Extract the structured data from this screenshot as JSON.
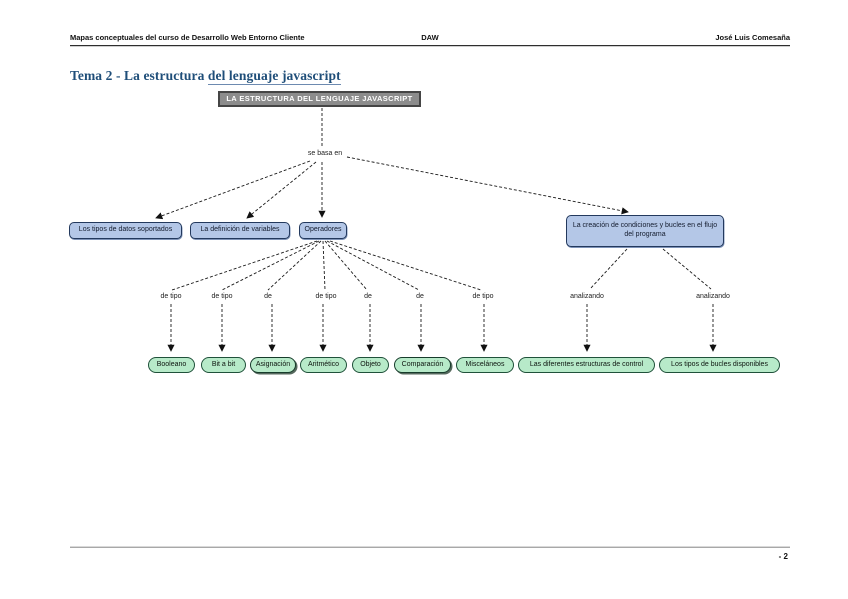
{
  "header": {
    "left": "Mapas conceptuales del curso de Desarrollo Web Entorno Cliente",
    "center": "DAW",
    "right": "José Luis Comesaña"
  },
  "title": {
    "prefix": "Tema 2 - La estructura ",
    "underlined": "del lenguaje javascript"
  },
  "map": {
    "root": "LA ESTRUCTURA DEL LENGUAJE JAVASCRIPT",
    "root_link": "se basa en",
    "level1": [
      "Los tipos de datos soportados",
      "La definición de variables",
      "Operadores",
      "La creación de condiciones y bucles en el flujo del programa"
    ],
    "operator_link_labels": [
      "de tipo",
      "de tipo",
      "de",
      "de tipo",
      "de",
      "de",
      "de tipo"
    ],
    "flow_link_labels": [
      "analizando",
      "analizando"
    ],
    "operator_types": [
      "Booleano",
      "Bit a bit",
      "Asignación",
      "Aritmético",
      "Objeto",
      "Comparación",
      "Misceláneos"
    ],
    "flow_children": [
      "Las diferentes estructuras de control",
      "Los tipos de bucles disponibles"
    ]
  },
  "footer": {
    "page_number": "- 2"
  },
  "colors": {
    "title": "#1f4e79",
    "root_node_fill": "#8c8c8c",
    "level1_node_fill": "#b4c7e7",
    "leaf_node_fill": "#b7eac9",
    "connector": "#1a1a1a"
  }
}
